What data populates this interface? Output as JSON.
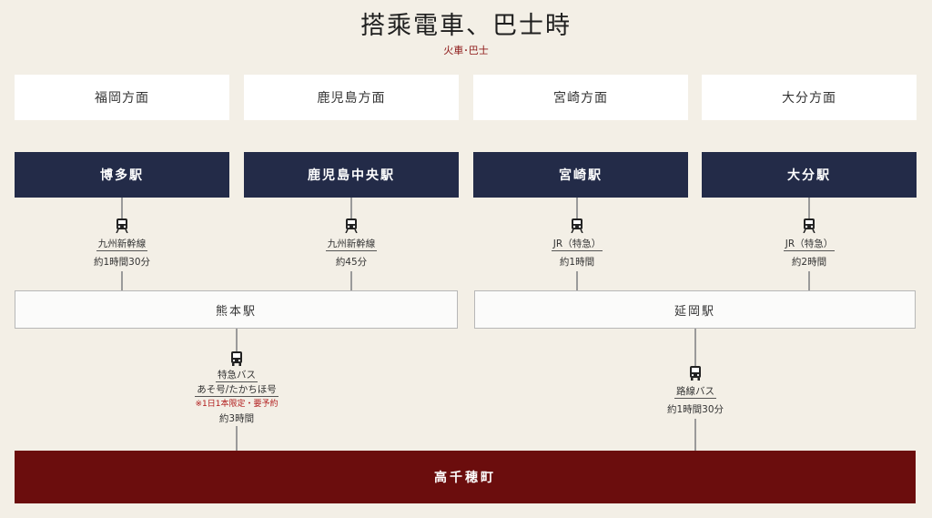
{
  "header": {
    "title": "搭乘電車、巴士時",
    "subtitle": "火車･巴士"
  },
  "directions": [
    "福岡方面",
    "鹿児島方面",
    "宮崎方面",
    "大分方面"
  ],
  "stations": [
    "博多駅",
    "鹿児島中央駅",
    "宮崎駅",
    "大分駅"
  ],
  "routes_upper": [
    {
      "name": "九州新幹線",
      "time": "約1時間30分"
    },
    {
      "name": "九州新幹線",
      "time": "約45分"
    },
    {
      "name": "JR（特急）",
      "time": "約1時間"
    },
    {
      "name": "JR（特急）",
      "time": "約2時間"
    }
  ],
  "hubs": [
    "熊本駅",
    "延岡駅"
  ],
  "routes_lower": [
    {
      "name": "特急バス",
      "name2": "あそ号/たかちほ号",
      "note": "※1日1本限定・要予約",
      "time": "約3時間"
    },
    {
      "name": "路線バス",
      "time": "約1時間30分"
    }
  ],
  "destination": "高千穂町",
  "icons": {
    "train": "train-icon",
    "bus": "bus-icon"
  },
  "colors": {
    "station_bg": "#232b48",
    "destination_bg": "#6b0d0d",
    "note": "#b01a1a"
  }
}
